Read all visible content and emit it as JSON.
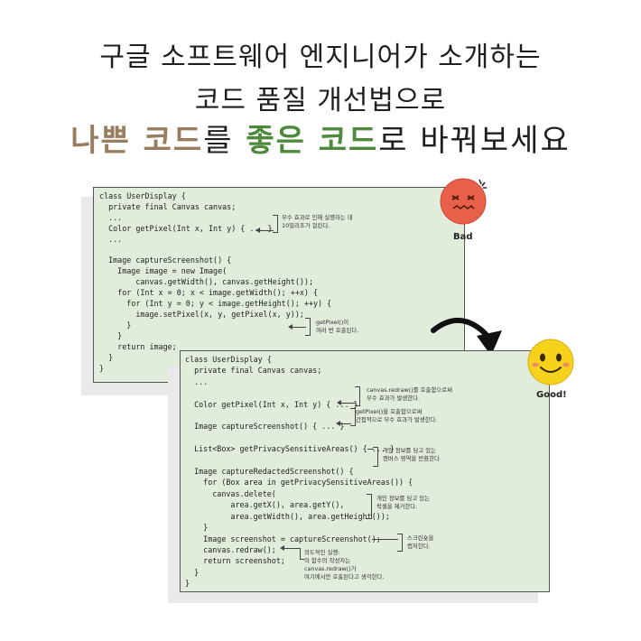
{
  "heading": {
    "line1": "구글 소프트웨어 엔지니어가 소개하는",
    "line2": "코드 품질 개선법으로",
    "bad": "나쁜 코드",
    "particle1": "를",
    "good": "좋은 코드",
    "particle2": "로 바꿔보세요"
  },
  "bad_panel": {
    "badge": "Bad",
    "code": "class UserDisplay {\n  private final Canvas canvas;\n  ...\n  Color getPixel(Int x, Int y) { ... }\n  ...\n\n  Image captureScreenshot() {\n    Image image = new Image(\n        canvas.getWidth(), canvas.getHeight());\n    for (Int x = 0; x < image.getWidth(); ++x) {\n      for (Int y = 0; y < image.getHeight(); ++y) {\n        image.setPixel(x, y, getPixel(x, y));\n      }\n    }\n    return image;\n  }\n}",
    "notes": [
      "부수 효과로 인해 실행하는 데\n10밀리초가 걸린다.",
      "getPixel()이\n여러 번 호출된다."
    ]
  },
  "good_panel": {
    "badge": "Good!",
    "code": "class UserDisplay {\n  private final Canvas canvas;\n  ...\n\n  Color getPixel(Int x, Int y) { ... }\n\n  Image captureScreenshot() { ... }\n\n  List<Box> getPrivacySensitiveAreas() { ... }\n\n  Image captureRedactedScreenshot() {\n    for (Box area in getPrivacySensitiveAreas()) {\n      canvas.delete(\n          area.getX(), area.getY(),\n          area.getWidth(), area.getHeight());\n    }\n    Image screenshot = captureScreenshot();\n    canvas.redraw();\n    return screenshot;\n  }\n}",
    "notes": [
      "canvas.redraw()를 호출함으로써\n부수 효과가 발생한다.",
      "getPixel()을 호출함으로써\n간접적으로 부수 효과가 발생한다.",
      "개인 정보를 담고 있는\n캔버스 영역을 반환한다.",
      "개인 정보를 담고 있는\n픽셀을 제거한다.",
      "스크린숏을\n캡처한다.",
      "의도적인 실행:\n이 함수의 작성자는\ncanvas.redraw()가\n여기에서만 호출된다고 생각한다."
    ]
  },
  "colors": {
    "bad_text": "#9a7d5e",
    "good_text": "#4e8a3c",
    "panel_bg": "#e1ecdb",
    "bad_face": "#e8604a",
    "good_face": "#f6d21c"
  }
}
